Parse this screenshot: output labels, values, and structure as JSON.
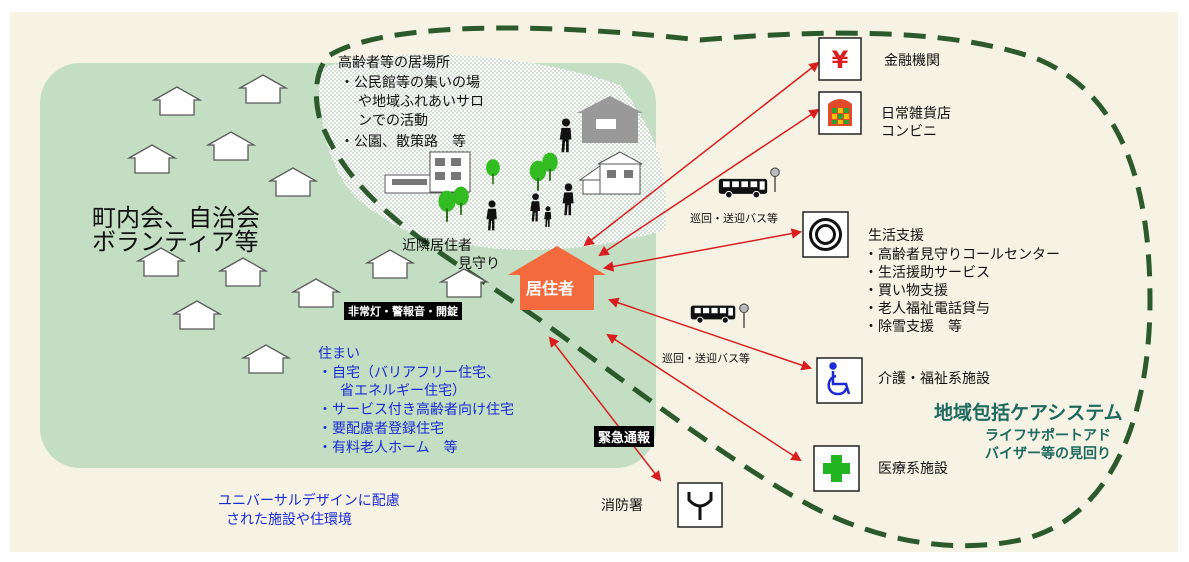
{
  "neighborhood": {
    "title_line1": "町内会、自治会",
    "title_line2": "ボランティア等",
    "neighbors_line1": "近隣居住者",
    "neighbors_line2": "見守り",
    "alarm_label": "非常灯・警報音・開錠",
    "universal_line1": "ユニバーサルデザインに配慮",
    "universal_line2": "された施設や住環境"
  },
  "gathering": {
    "title": "高齢者等の居場所",
    "line1": "・公民館等の集いの場",
    "line2": "や地域ふれあいサロ",
    "line3": "ンでの活動",
    "line4": "・公園、散策路　等"
  },
  "housing": {
    "title": "住まい",
    "line1": "・自宅（バリアフリー住宅、",
    "line2": "省エネルギー住宅）",
    "line3": "・サービス付き高齢者向け住宅",
    "line4": "・要配慮者登録住宅",
    "line5": "・有料老人ホーム　等"
  },
  "resident": {
    "label": "居住者"
  },
  "emergency": {
    "label": "緊急通報",
    "fire_station": "消防署"
  },
  "services": {
    "bank": "金融機関",
    "store_line1": "日常雑貨店",
    "store_line2": "コンビニ",
    "bus_label_top": "巡回・送迎バス等",
    "bus_label_bottom": "巡回・送迎バス等",
    "life_title": "生活支援",
    "life_line1": "・高齢者見守りコールセンター",
    "life_line2": "・生活援助サービス",
    "life_line3": "・買い物支援",
    "life_line4": "・老人福祉電話貸与",
    "life_line5": "・除雪支援　等",
    "care": "介護・福祉系施設",
    "medical": "医療系施設"
  },
  "system": {
    "title": "地域包括ケアシステム",
    "sub_line1": "ライフサポートアド",
    "sub_line2": "バイザー等の見回り"
  },
  "icons": {
    "bank": "yen-icon",
    "store": "shop-icon",
    "life": "concentric-circle-icon",
    "care": "wheelchair-icon",
    "medical": "green-cross-icon",
    "fire": "fire-station-symbol-icon",
    "bus": "bus-icon",
    "bus_stop": "bus-stop-icon",
    "house": "house-icon",
    "person": "person-icon",
    "tree": "tree-icon"
  },
  "colors": {
    "background": "#f6f2e4",
    "green_zone": "#c3dec3",
    "dashed_boundary": "#2d5a2d",
    "arrow": "#d81e1e",
    "resident": "#f26a3d",
    "housing_text": "#1a2bd6",
    "system_text": "#1f6a5e",
    "medical_cross": "#22b522",
    "bank_yen": "#d81e1e"
  }
}
